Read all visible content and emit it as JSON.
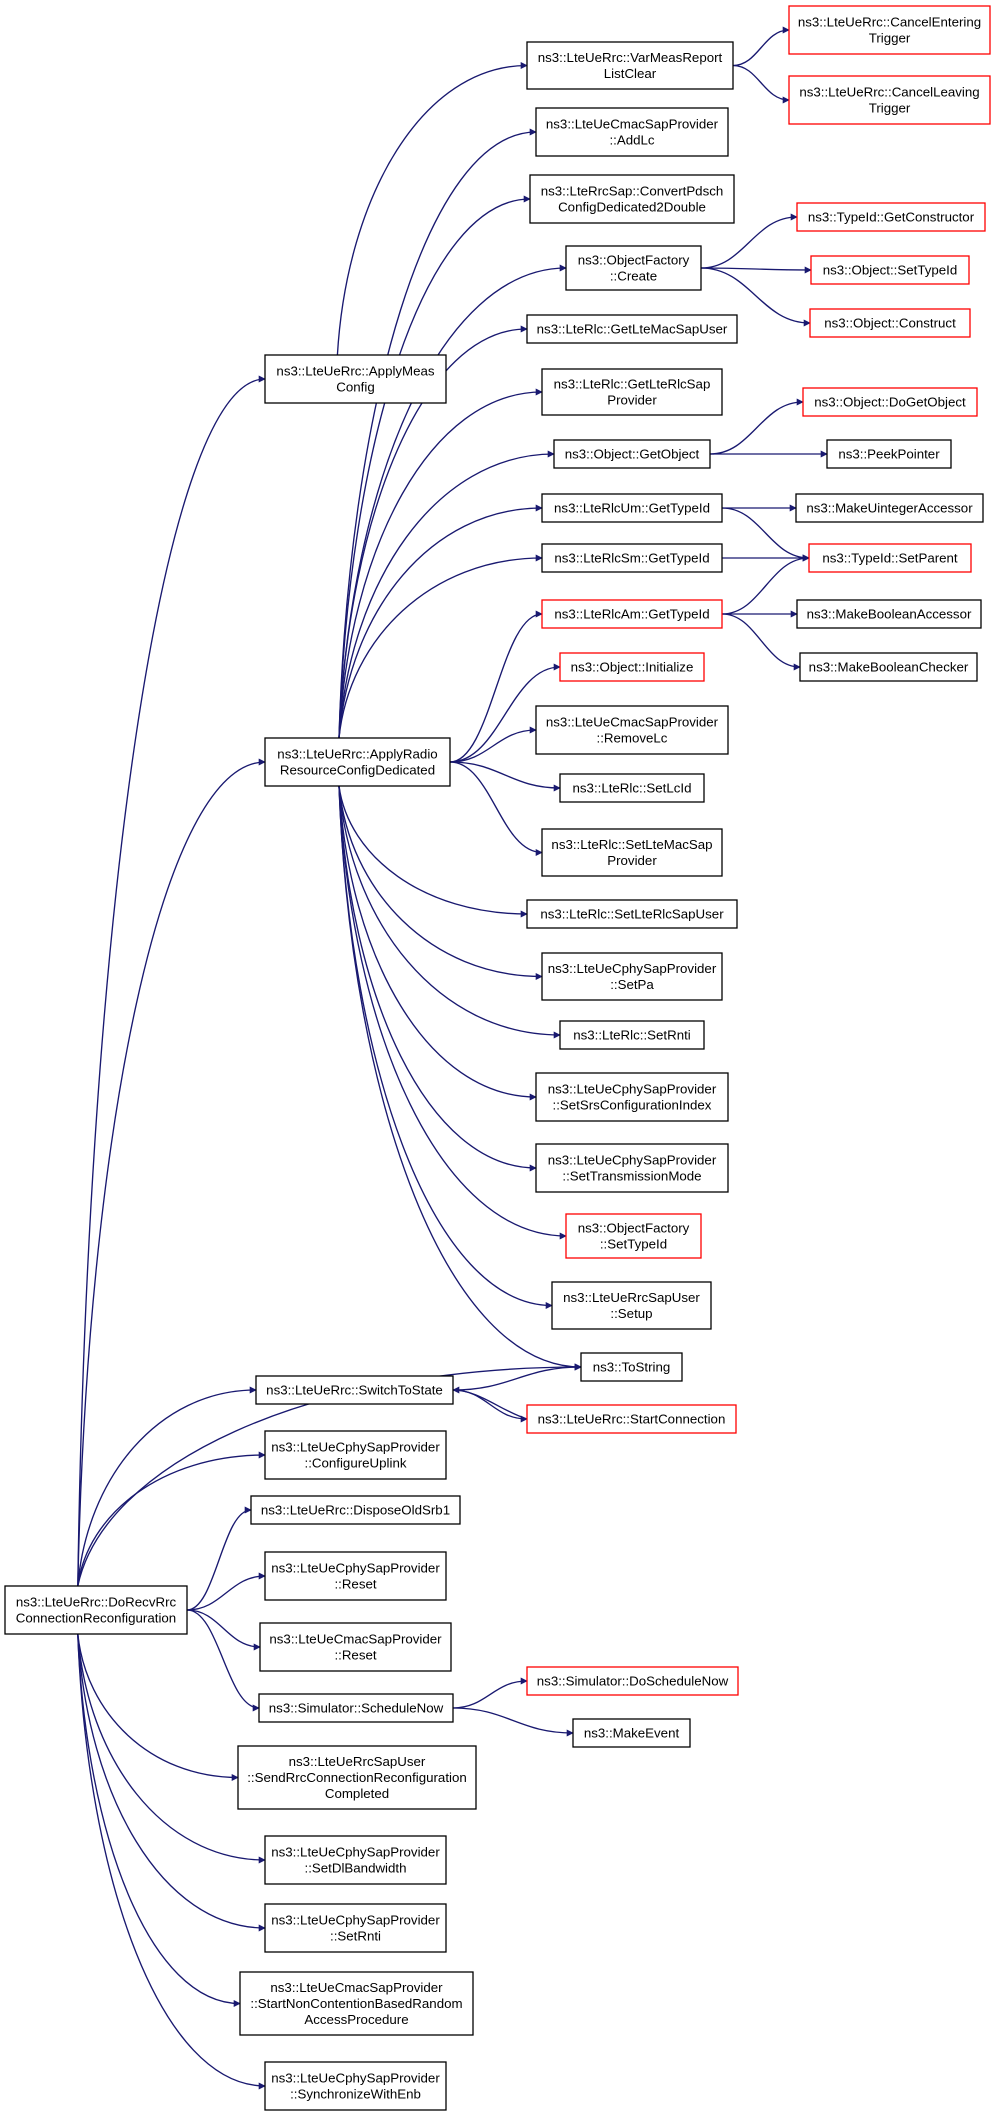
{
  "colors": {
    "edge": "#191970",
    "node_border": "#000000",
    "node_border_incomplete": "#ff0000",
    "root_fill": "#bfbfbf",
    "background": "#ffffff"
  },
  "nodes": [
    {
      "id": "root",
      "lines": [
        "ns3::LteUeRrc::DoRecvRrc",
        "ConnectionReconfiguration"
      ],
      "style": "root"
    },
    {
      "id": "applyMeas",
      "lines": [
        "ns3::LteUeRrc::ApplyMeas",
        "Config"
      ],
      "style": "normal"
    },
    {
      "id": "applyRadio",
      "lines": [
        "ns3::LteUeRrc::ApplyRadio",
        "ResourceConfigDedicated"
      ],
      "style": "normal"
    },
    {
      "id": "switchToState",
      "lines": [
        "ns3::LteUeRrc::SwitchToState"
      ],
      "style": "normal"
    },
    {
      "id": "configureUplink",
      "lines": [
        "ns3::LteUeCphySapProvider",
        "::ConfigureUplink"
      ],
      "style": "normal"
    },
    {
      "id": "disposeOldSrb1",
      "lines": [
        "ns3::LteUeRrc::DisposeOldSrb1"
      ],
      "style": "normal"
    },
    {
      "id": "cphyReset",
      "lines": [
        "ns3::LteUeCphySapProvider",
        "::Reset"
      ],
      "style": "normal"
    },
    {
      "id": "cmacReset",
      "lines": [
        "ns3::LteUeCmacSapProvider",
        "::Reset"
      ],
      "style": "normal"
    },
    {
      "id": "scheduleNow",
      "lines": [
        "ns3::Simulator::ScheduleNow"
      ],
      "style": "normal"
    },
    {
      "id": "sendRrcComplete",
      "lines": [
        "ns3::LteUeRrcSapUser",
        "::SendRrcConnectionReconfiguration",
        "Completed"
      ],
      "style": "normal"
    },
    {
      "id": "setDlBandwidth",
      "lines": [
        "ns3::LteUeCphySapProvider",
        "::SetDlBandwidth"
      ],
      "style": "normal"
    },
    {
      "id": "cphySetRnti",
      "lines": [
        "ns3::LteUeCphySapProvider",
        "::SetRnti"
      ],
      "style": "normal"
    },
    {
      "id": "startNonContention",
      "lines": [
        "ns3::LteUeCmacSapProvider",
        "::StartNonContentionBasedRandom",
        "AccessProcedure"
      ],
      "style": "normal"
    },
    {
      "id": "synchronizeWithEnb",
      "lines": [
        "ns3::LteUeCphySapProvider",
        "::SynchronizeWithEnb"
      ],
      "style": "normal"
    },
    {
      "id": "varMeasReport",
      "lines": [
        "ns3::LteUeRrc::VarMeasReport",
        "ListClear"
      ],
      "style": "normal"
    },
    {
      "id": "cancelEntering",
      "lines": [
        "ns3::LteUeRrc::CancelEntering",
        "Trigger"
      ],
      "style": "incomplete"
    },
    {
      "id": "cancelLeaving",
      "lines": [
        "ns3::LteUeRrc::CancelLeaving",
        "Trigger"
      ],
      "style": "incomplete"
    },
    {
      "id": "addLc",
      "lines": [
        "ns3::LteUeCmacSapProvider",
        "::AddLc"
      ],
      "style": "normal"
    },
    {
      "id": "convertPdsch",
      "lines": [
        "ns3::LteRrcSap::ConvertPdsch",
        "ConfigDedicated2Double"
      ],
      "style": "normal"
    },
    {
      "id": "ofCreate",
      "lines": [
        "ns3::ObjectFactory",
        "::Create"
      ],
      "style": "normal"
    },
    {
      "id": "getConstructor",
      "lines": [
        "ns3::TypeId::GetConstructor"
      ],
      "style": "incomplete"
    },
    {
      "id": "objSetTypeId",
      "lines": [
        "ns3::Object::SetTypeId"
      ],
      "style": "incomplete"
    },
    {
      "id": "objConstruct",
      "lines": [
        "ns3::Object::Construct"
      ],
      "style": "incomplete"
    },
    {
      "id": "getLteMacSapUser",
      "lines": [
        "ns3::LteRlc::GetLteMacSapUser"
      ],
      "style": "normal"
    },
    {
      "id": "getLteRlcSapProvider",
      "lines": [
        "ns3::LteRlc::GetLteRlcSap",
        "Provider"
      ],
      "style": "normal"
    },
    {
      "id": "getObject",
      "lines": [
        "ns3::Object::GetObject"
      ],
      "style": "normal"
    },
    {
      "id": "doGetObject",
      "lines": [
        "ns3::Object::DoGetObject"
      ],
      "style": "incomplete"
    },
    {
      "id": "peekPointer",
      "lines": [
        "ns3::PeekPointer"
      ],
      "style": "normal"
    },
    {
      "id": "rlcUmGetTypeId",
      "lines": [
        "ns3::LteRlcUm::GetTypeId"
      ],
      "style": "normal"
    },
    {
      "id": "makeUintegerAccessor",
      "lines": [
        "ns3::MakeUintegerAccessor"
      ],
      "style": "normal"
    },
    {
      "id": "setParent",
      "lines": [
        "ns3::TypeId::SetParent"
      ],
      "style": "incomplete"
    },
    {
      "id": "rlcSmGetTypeId",
      "lines": [
        "ns3::LteRlcSm::GetTypeId"
      ],
      "style": "normal"
    },
    {
      "id": "rlcAmGetTypeId",
      "lines": [
        "ns3::LteRlcAm::GetTypeId"
      ],
      "style": "incomplete"
    },
    {
      "id": "makeBooleanAccessor",
      "lines": [
        "ns3::MakeBooleanAccessor"
      ],
      "style": "normal"
    },
    {
      "id": "makeBooleanChecker",
      "lines": [
        "ns3::MakeBooleanChecker"
      ],
      "style": "normal"
    },
    {
      "id": "objInitialize",
      "lines": [
        "ns3::Object::Initialize"
      ],
      "style": "incomplete"
    },
    {
      "id": "removeLc",
      "lines": [
        "ns3::LteUeCmacSapProvider",
        "::RemoveLc"
      ],
      "style": "normal"
    },
    {
      "id": "setLcId",
      "lines": [
        "ns3::LteRlc::SetLcId"
      ],
      "style": "normal"
    },
    {
      "id": "setLteMacSapProvider",
      "lines": [
        "ns3::LteRlc::SetLteMacSap",
        "Provider"
      ],
      "style": "normal"
    },
    {
      "id": "setLteRlcSapUser",
      "lines": [
        "ns3::LteRlc::SetLteRlcSapUser"
      ],
      "style": "normal"
    },
    {
      "id": "setPa",
      "lines": [
        "ns3::LteUeCphySapProvider",
        "::SetPa"
      ],
      "style": "normal"
    },
    {
      "id": "rlcSetRnti",
      "lines": [
        "ns3::LteRlc::SetRnti"
      ],
      "style": "normal"
    },
    {
      "id": "setSrsConfigIndex",
      "lines": [
        "ns3::LteUeCphySapProvider",
        "::SetSrsConfigurationIndex"
      ],
      "style": "normal"
    },
    {
      "id": "setTransmissionMode",
      "lines": [
        "ns3::LteUeCphySapProvider",
        "::SetTransmissionMode"
      ],
      "style": "normal"
    },
    {
      "id": "ofSetTypeId",
      "lines": [
        "ns3::ObjectFactory",
        "::SetTypeId"
      ],
      "style": "incomplete"
    },
    {
      "id": "rrcSapUserSetup",
      "lines": [
        "ns3::LteUeRrcSapUser",
        "::Setup"
      ],
      "style": "normal"
    },
    {
      "id": "toString",
      "lines": [
        "ns3::ToString"
      ],
      "style": "normal"
    },
    {
      "id": "startConnection",
      "lines": [
        "ns3::LteUeRrc::StartConnection"
      ],
      "style": "incomplete"
    },
    {
      "id": "doScheduleNow",
      "lines": [
        "ns3::Simulator::DoScheduleNow"
      ],
      "style": "incomplete"
    },
    {
      "id": "makeEvent",
      "lines": [
        "ns3::MakeEvent"
      ],
      "style": "normal"
    }
  ],
  "edges": [
    [
      "root",
      "applyMeas"
    ],
    [
      "root",
      "applyRadio"
    ],
    [
      "root",
      "toString"
    ],
    [
      "root",
      "switchToState"
    ],
    [
      "root",
      "configureUplink"
    ],
    [
      "root",
      "disposeOldSrb1"
    ],
    [
      "root",
      "cphyReset"
    ],
    [
      "root",
      "cmacReset"
    ],
    [
      "root",
      "scheduleNow"
    ],
    [
      "root",
      "sendRrcComplete"
    ],
    [
      "root",
      "setDlBandwidth"
    ],
    [
      "root",
      "cphySetRnti"
    ],
    [
      "root",
      "startNonContention"
    ],
    [
      "root",
      "synchronizeWithEnb"
    ],
    [
      "applyMeas",
      "varMeasReport"
    ],
    [
      "varMeasReport",
      "cancelEntering"
    ],
    [
      "varMeasReport",
      "cancelLeaving"
    ],
    [
      "applyRadio",
      "addLc"
    ],
    [
      "applyRadio",
      "convertPdsch"
    ],
    [
      "applyRadio",
      "ofCreate"
    ],
    [
      "applyRadio",
      "getLteMacSapUser"
    ],
    [
      "applyRadio",
      "getLteRlcSapProvider"
    ],
    [
      "applyRadio",
      "getObject"
    ],
    [
      "applyRadio",
      "rlcUmGetTypeId"
    ],
    [
      "applyRadio",
      "rlcSmGetTypeId"
    ],
    [
      "applyRadio",
      "rlcAmGetTypeId"
    ],
    [
      "applyRadio",
      "objInitialize"
    ],
    [
      "applyRadio",
      "removeLc"
    ],
    [
      "applyRadio",
      "setLcId"
    ],
    [
      "applyRadio",
      "setLteMacSapProvider"
    ],
    [
      "applyRadio",
      "setLteRlcSapUser"
    ],
    [
      "applyRadio",
      "setPa"
    ],
    [
      "applyRadio",
      "rlcSetRnti"
    ],
    [
      "applyRadio",
      "setSrsConfigIndex"
    ],
    [
      "applyRadio",
      "setTransmissionMode"
    ],
    [
      "applyRadio",
      "ofSetTypeId"
    ],
    [
      "applyRadio",
      "rrcSapUserSetup"
    ],
    [
      "applyRadio",
      "toString"
    ],
    [
      "ofCreate",
      "getConstructor"
    ],
    [
      "ofCreate",
      "objSetTypeId"
    ],
    [
      "ofCreate",
      "objConstruct"
    ],
    [
      "getObject",
      "doGetObject"
    ],
    [
      "getObject",
      "peekPointer"
    ],
    [
      "rlcUmGetTypeId",
      "makeUintegerAccessor"
    ],
    [
      "rlcUmGetTypeId",
      "setParent"
    ],
    [
      "rlcSmGetTypeId",
      "setParent"
    ],
    [
      "rlcAmGetTypeId",
      "setParent"
    ],
    [
      "rlcAmGetTypeId",
      "makeBooleanAccessor"
    ],
    [
      "rlcAmGetTypeId",
      "makeBooleanChecker"
    ],
    [
      "switchToState",
      "toString"
    ],
    [
      "switchToState",
      "startConnection"
    ],
    [
      "startConnection",
      "switchToState"
    ],
    [
      "scheduleNow",
      "doScheduleNow"
    ],
    [
      "scheduleNow",
      "makeEvent"
    ]
  ]
}
